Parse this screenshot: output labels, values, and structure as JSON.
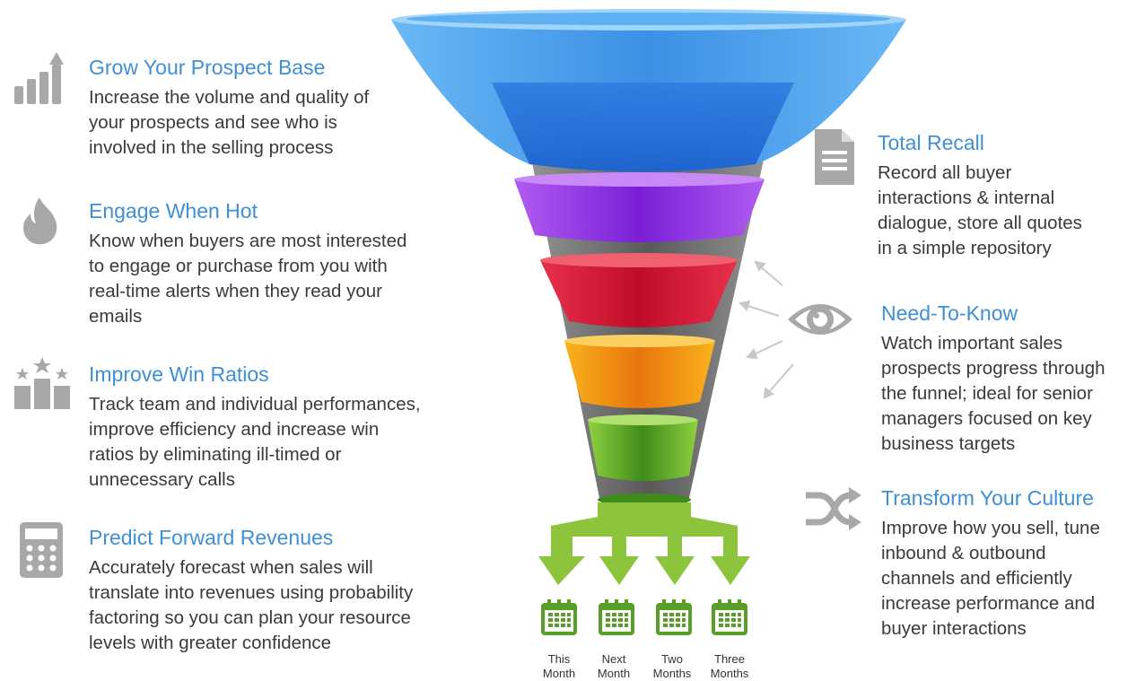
{
  "colors": {
    "heading": "#3d8fd6",
    "body_text": "#3a3a3a",
    "icon_gray": "#a8a8a8",
    "funnel_blue": "#3b8fe0",
    "funnel_purple": "#8a2be2",
    "funnel_red": "#d21030",
    "funnel_orange": "#f09010",
    "funnel_green": "#6aaa2a",
    "arrow_green": "#8cc43c"
  },
  "left_features": [
    {
      "icon": "bar-chart-growth-icon",
      "title": "Grow Your Prospect Base",
      "lines": [
        "Increase the volume and quality of",
        "your prospects and see who is",
        "involved in the selling process"
      ]
    },
    {
      "icon": "flame-icon",
      "title": "Engage When Hot",
      "lines": [
        "Know when buyers are most interested",
        "to engage or purchase from you with",
        "real-time alerts when they read your",
        "emails"
      ]
    },
    {
      "icon": "podium-stars-icon",
      "title": "Improve Win Ratios",
      "lines": [
        "Track team and individual performances,",
        "improve efficiency and increase win",
        "ratios by eliminating ill-timed or",
        "unnecessary calls"
      ]
    },
    {
      "icon": "calculator-icon",
      "title": "Predict Forward Revenues",
      "lines": [
        "Accurately forecast when sales will",
        "translate into revenues using probability",
        "factoring so you can plan your resource",
        "levels with greater confidence"
      ]
    }
  ],
  "right_features": [
    {
      "icon": "document-icon",
      "title": "Total Recall",
      "lines": [
        "Record all buyer",
        "interactions & internal",
        "dialogue, store all quotes",
        "in a simple repository"
      ]
    },
    {
      "icon": "eye-icon",
      "title": "Need-To-Know",
      "lines": [
        "Watch important sales",
        "prospects progress through",
        "the funnel; ideal for senior",
        "managers focused on key",
        "business targets"
      ]
    },
    {
      "icon": "shuffle-icon",
      "title": "Transform Your Culture",
      "lines": [
        "Improve how you sell, tune",
        "inbound & outbound",
        "channels and efficiently",
        "increase performance and",
        "buyer interactions"
      ]
    }
  ],
  "periods": [
    {
      "icon": "calendar-icon",
      "lines": [
        "This",
        "Month"
      ]
    },
    {
      "icon": "calendar-icon",
      "lines": [
        "Next",
        "Month"
      ]
    },
    {
      "icon": "calendar-icon",
      "lines": [
        "Two",
        "Months"
      ]
    },
    {
      "icon": "calendar-icon",
      "lines": [
        "Three",
        "Months"
      ]
    }
  ]
}
